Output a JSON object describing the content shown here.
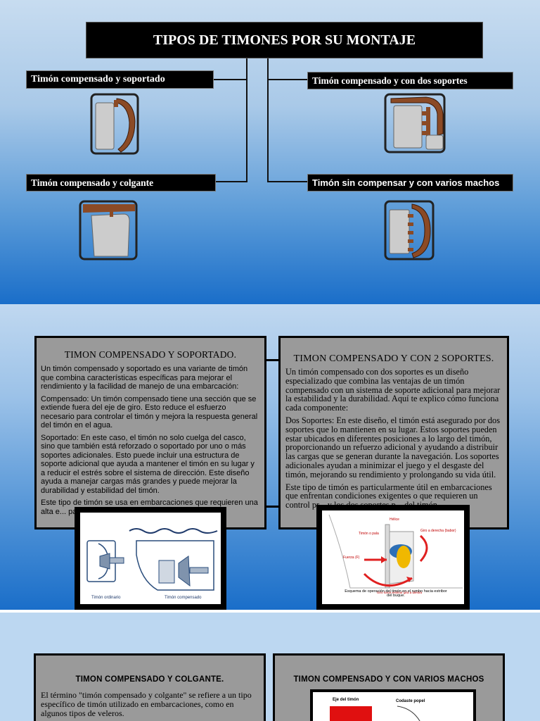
{
  "slide1": {
    "title": "TIPOS DE TIMONES POR SU MONTAJE",
    "labels": {
      "top_left": "Timón compensado y soportado",
      "top_right": "Timón compensado y con dos soportes",
      "bottom_left": "Timón compensado y colgante",
      "bottom_right": "Timón sin compensar y con varios machos"
    }
  },
  "slide2": {
    "left_card": {
      "title": "TIMON COMPENSADO Y SOPORTADO.",
      "paragraphs": [
        "Un timón compensado y soportado es una variante de timón que combina características específicas para mejorar el rendimiento y la facilidad de manejo de una embarcación:",
        "Compensado: Un timón compensado tiene una sección que se extiende fuera del eje de giro. Esto reduce el esfuerzo necesario para controlar el timón y mejora la respuesta general del timón en el agua.",
        "Soportado: En este caso, el timón no solo cuelga del casco, sino que también está reforzado o soportado por uno o más soportes adicionales. Esto puede incluir una estructura de soporte adicional que ayuda a mantener el timón en su lugar y a reducir el estrés sobre el sistema de dirección. Este diseño ayuda a manejar cargas más grandes y puede mejorar la durabilidad y estabilidad del timón.",
        "Este tipo de timón se usa en embarcaciones que requieren una alta e... para soportar c..."
      ]
    },
    "right_card": {
      "title": "TIMON COMPENSADO Y CON 2 SOPORTES.",
      "paragraphs": [
        "Un timón compensado con dos soportes es un diseño especializado que combina las ventajas de un timón compensado con un sistema de soporte adicional para mejorar la estabilidad y la durabilidad. Aquí te explico cómo funciona cada componente:",
        "Dos Soportes: En este diseño, el timón está asegurado por dos soportes que lo mantienen en su lugar. Estos soportes pueden estar ubicados en diferentes posiciones a lo largo del timón, proporcionando un refuerzo adicional y ayudando a distribuir las cargas que se generan durante la navegación. Los soportes adicionales ayudan a minimizar el juego y el desgaste del timón, mejorando su rendimiento y prolongando su vida útil.",
        "Este tipo de timón es particularmente útil en embarcaciones que enfrentan condiciones exigentes o que requieren un control pr... y los dos soportes p... del timón."
      ]
    },
    "left_image": {
      "caption_left": "Timón ordinario",
      "caption_right": "Timón compensado"
    },
    "right_image": {
      "labels": {
        "helice": "Hélice",
        "timon_pala": "Timón o pala",
        "giro_derecha": "Giro a derecha (babor)",
        "fuerza": "Fuerza (F)",
        "giro_izquierda": "Giro hacia estribor gira a diestra"
      },
      "caption": "Esquema de operación del timón en el rumbo hacia estribor del buque."
    }
  },
  "slide3": {
    "left_card": {
      "title": "TIMON COMPENSADO Y COLGANTE.",
      "paragraph": "El término \"timón compensado y colgante\" se refiere a un tipo específico de timón utilizado en embarcaciones, como en algunos tipos de veleros."
    },
    "right_card": {
      "title": "TIMON COMPENSADO Y CON VARIOS MACHOS",
      "image_labels": {
        "eje": "Eje del timón",
        "codaste": "Codaste popel"
      }
    }
  },
  "colors": {
    "box_black": "#000000",
    "card_gray": "#9a9a9a",
    "rudder_brown": "#8b4a25",
    "rudder_gray": "#cccccc"
  }
}
